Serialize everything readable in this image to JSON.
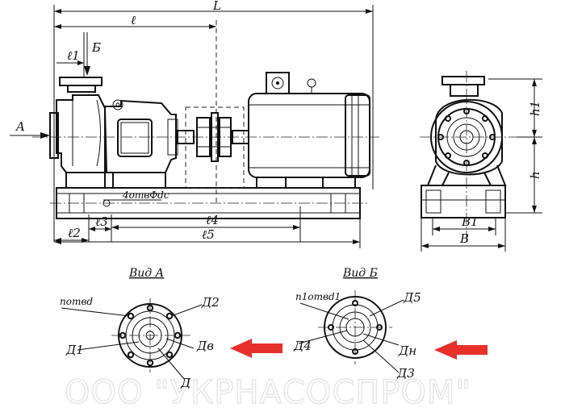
{
  "labels": {
    "L": "L",
    "l": "ℓ",
    "l1": "ℓ1",
    "l2": "ℓ2",
    "l3": "ℓ3",
    "l4": "ℓ4",
    "l5": "ℓ5",
    "B_view_arrow": "Б",
    "A_view_arrow": "A",
    "holes_dc": "4отвФdc",
    "h": "h",
    "h1": "h1",
    "B1": "B1",
    "B": "B"
  },
  "view_a": {
    "title": "Вид А",
    "holes": "nотвd",
    "D2": "Д2",
    "D1": "Д1",
    "Dv": "Дв",
    "D": "Д"
  },
  "view_b": {
    "title": "Вид Б",
    "holes": "n1отвd1",
    "D5": "Д5",
    "D4": "Д4",
    "Dn": "Дн",
    "D3": "Д3"
  },
  "watermark": "ООО \"УКРНАСОСПРОМ\"",
  "colors": {
    "accent_arrow": "#e8302a",
    "line": "#111111"
  }
}
